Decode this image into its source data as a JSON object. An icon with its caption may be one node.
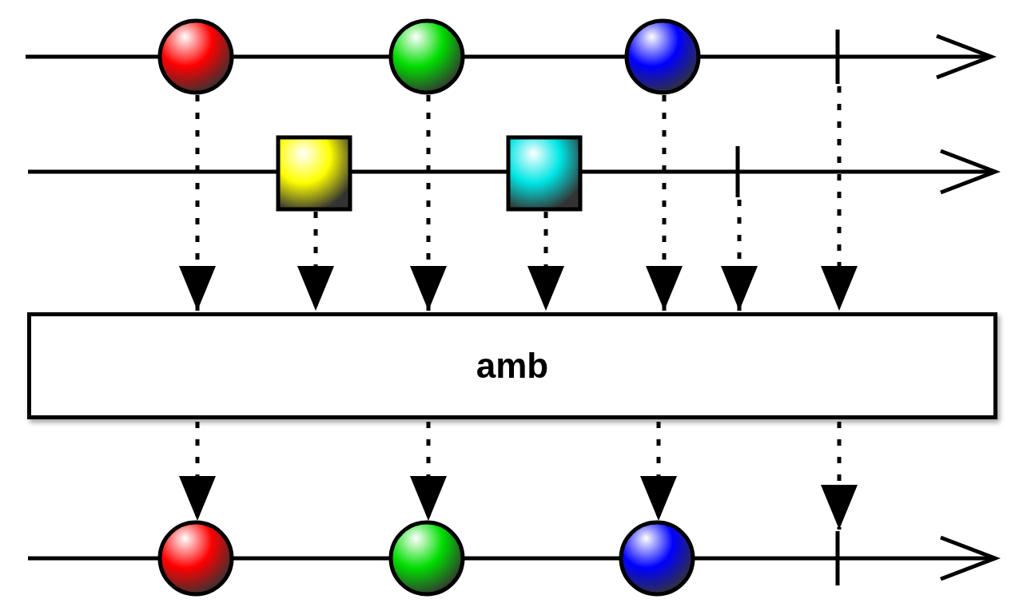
{
  "diagram": {
    "nodes": [
      {
        "text": [],
        "shape": "circle"
      },
      {
        "text": [],
        "shape": "circle"
      },
      {
        "text": [],
        "shape": "circle"
      },
      {
        "text": [],
        "shape": "bar"
      },
      {
        "text": [],
        "shape": "box"
      },
      {
        "text": [],
        "shape": "box"
      },
      {
        "text": [],
        "shape": "bar"
      },
      {
        "text": [
          "amb"
        ]
      },
      {
        "text": [],
        "shape": "circle"
      },
      {
        "text": [],
        "shape": "circle"
      },
      {
        "text": [],
        "shape": "circle"
      },
      {
        "text": [],
        "shape": "bar"
      }
    ],
    "edges": [
      {
        "from": 0,
        "to": 7,
        "arrow": "to",
        "style": "dashed"
      },
      {
        "from": 4,
        "to": 7,
        "arrow": "to",
        "style": "dashed"
      },
      {
        "from": 1,
        "to": 7,
        "arrow": "to",
        "style": "dashed"
      },
      {
        "from": 5,
        "to": 7,
        "arrow": "to",
        "style": "dashed"
      },
      {
        "from": 2,
        "to": 7,
        "arrow": "to",
        "style": "dashed"
      },
      {
        "from": 6,
        "to": 7,
        "arrow": "to",
        "style": "dashed"
      },
      {
        "from": 3,
        "to": 7,
        "arrow": "to",
        "style": "dashed"
      },
      {
        "from": 7,
        "to": 8,
        "arrow": "to",
        "style": "dashed"
      },
      {
        "from": 7,
        "to": 9,
        "arrow": "to",
        "style": "dashed"
      },
      {
        "from": 7,
        "to": 10,
        "arrow": "to",
        "style": "dashed"
      },
      {
        "from": 7,
        "to": 11,
        "arrow": "to",
        "style": "dashed"
      }
    ]
  }
}
